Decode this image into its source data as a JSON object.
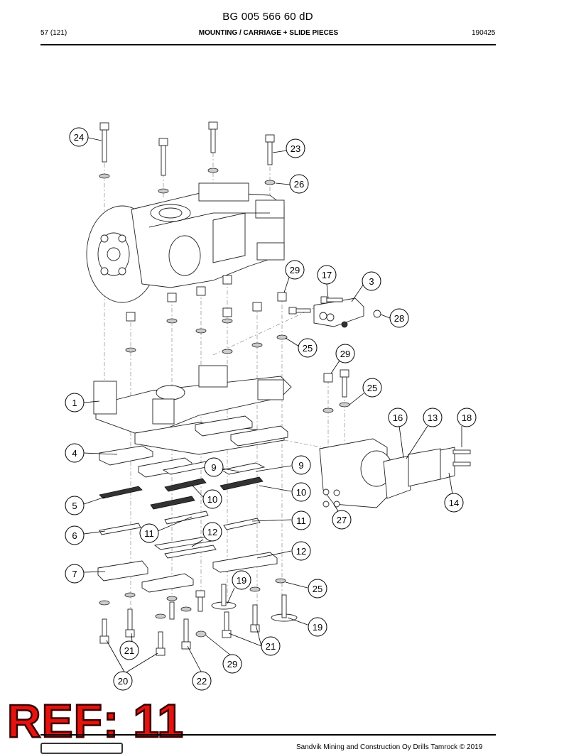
{
  "header": {
    "document_code": "BG 005 566 60 dD",
    "page": "57 (121)",
    "section_title": "MOUNTING / CARRIAGE + SLIDE PIECES",
    "revision": "190425"
  },
  "footer": {
    "copyright": "Sandvik Mining and Construction Oy Drills Tamrock © 2019"
  },
  "stamp": {
    "text": "REF: 11",
    "color": "#e3140f"
  },
  "callouts": [
    {
      "label": "24"
    },
    {
      "label": "23"
    },
    {
      "label": "26"
    },
    {
      "label": "29"
    },
    {
      "label": "17"
    },
    {
      "label": "3"
    },
    {
      "label": "28"
    },
    {
      "label": "25"
    },
    {
      "label": "29"
    },
    {
      "label": "25"
    },
    {
      "label": "1"
    },
    {
      "label": "16"
    },
    {
      "label": "13"
    },
    {
      "label": "18"
    },
    {
      "label": "4"
    },
    {
      "label": "9"
    },
    {
      "label": "9"
    },
    {
      "label": "5"
    },
    {
      "label": "10"
    },
    {
      "label": "10"
    },
    {
      "label": "14"
    },
    {
      "label": "6"
    },
    {
      "label": "11"
    },
    {
      "label": "11"
    },
    {
      "label": "27"
    },
    {
      "label": "12"
    },
    {
      "label": "12"
    },
    {
      "label": "7"
    },
    {
      "label": "19"
    },
    {
      "label": "25"
    },
    {
      "label": "19"
    },
    {
      "label": "21"
    },
    {
      "label": "21"
    },
    {
      "label": "29"
    },
    {
      "label": "20"
    },
    {
      "label": "22"
    }
  ]
}
